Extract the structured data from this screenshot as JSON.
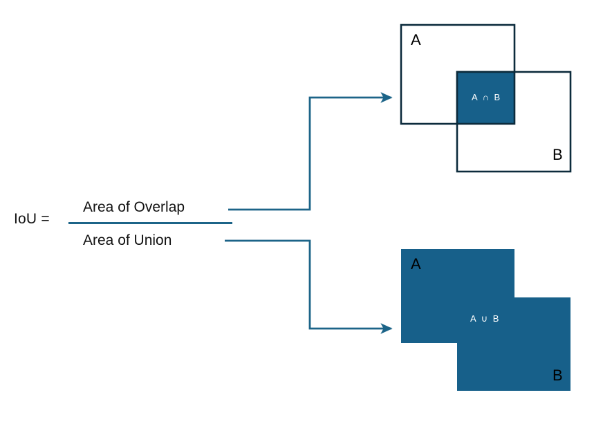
{
  "diagram": {
    "title": "IoU formula diagram",
    "colors": {
      "fill_teal": "#17608A",
      "connector_teal": "#1C6488",
      "box_outline": "#0C2B3C",
      "text_dark": "#111111",
      "background": "#FFFFFF"
    }
  },
  "formula": {
    "lhs": "IoU =",
    "numerator": "Area of Overlap",
    "denominator": "Area of Union"
  },
  "intersection_figure": {
    "box_a_label": "A",
    "box_b_label": "B",
    "region_label": "A ∩ B"
  },
  "union_figure": {
    "box_a_label": "A",
    "box_b_label": "B",
    "region_label": "A ∪ B"
  },
  "connectors": {
    "to_intersection": "elbow-arrow-up",
    "to_union": "elbow-arrow-down"
  }
}
